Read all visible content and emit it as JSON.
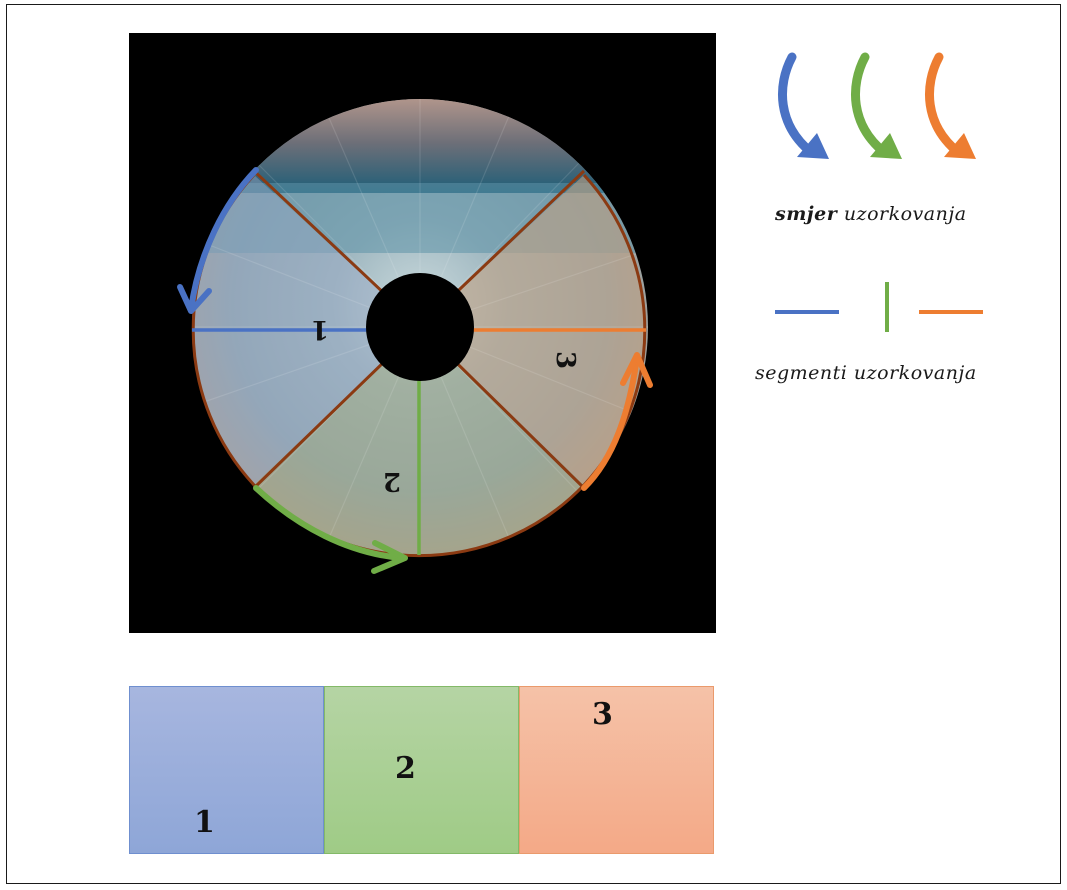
{
  "figure": {
    "section_labels": [
      "1",
      "2",
      "3"
    ],
    "legend": {
      "direction_bold": "smjer",
      "direction_rest": " uzorkovanja",
      "segments_text": "segmenti uzorkovanja"
    },
    "colors": {
      "segment_1": "#4a72c4",
      "segment_2": "#70ad47",
      "segment_3": "#ed7d31",
      "divider": "#8b3a12",
      "background_panel": "#000000"
    },
    "icons": [
      "curved-arrow-blue-icon",
      "curved-arrow-green-icon",
      "curved-arrow-orange-icon"
    ]
  },
  "strip": {
    "labels": [
      "1",
      "2",
      "3"
    ]
  }
}
